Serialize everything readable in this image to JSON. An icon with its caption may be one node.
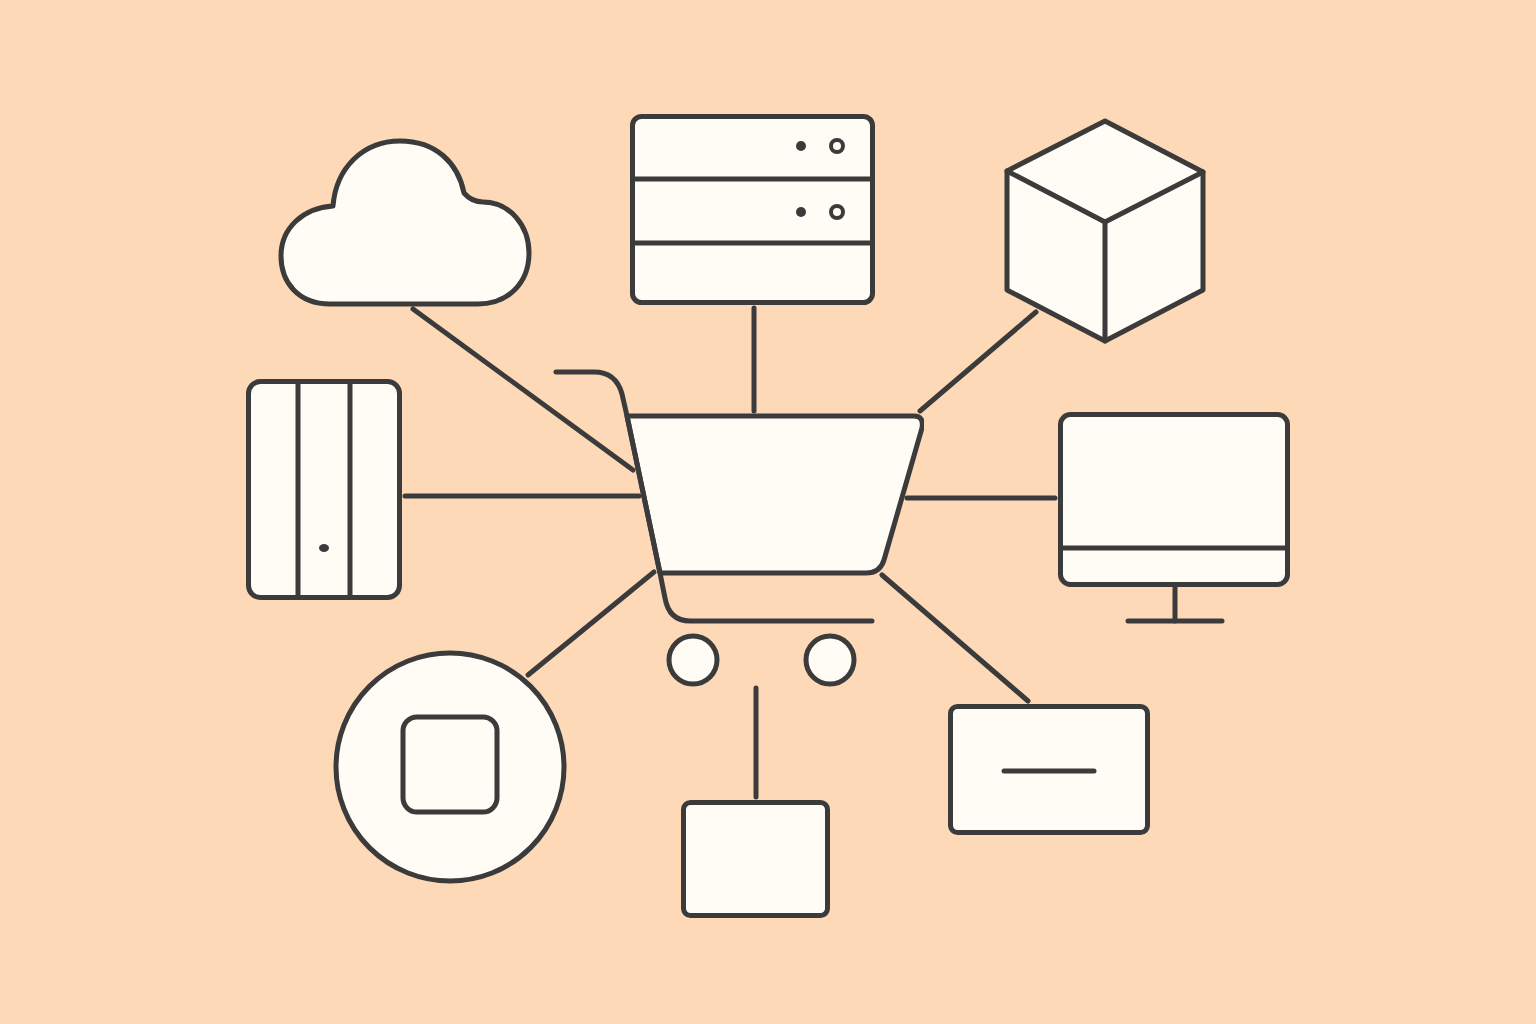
{
  "diagram": {
    "nodes": [
      {
        "text": [],
        "shape": "cloud"
      },
      {
        "text": [],
        "shape": "server"
      },
      {
        "text": [],
        "shape": "cube"
      },
      {
        "text": [],
        "shape": "wardrobe"
      },
      {
        "text": [],
        "shape": "cart"
      },
      {
        "text": [],
        "shape": "monitor"
      },
      {
        "text": [],
        "shape": "circle"
      },
      {
        "text": [],
        "shape": "card"
      },
      {
        "text": [],
        "shape": "box"
      }
    ],
    "edges": [
      {
        "from": 4,
        "to": 0,
        "arrow": "none"
      },
      {
        "from": 4,
        "to": 1,
        "arrow": "none"
      },
      {
        "from": 4,
        "to": 2,
        "arrow": "none"
      },
      {
        "from": 4,
        "to": 3,
        "arrow": "none"
      },
      {
        "from": 4,
        "to": 5,
        "arrow": "none"
      },
      {
        "from": 4,
        "to": 6,
        "arrow": "none"
      },
      {
        "from": 4,
        "to": 7,
        "arrow": "none"
      },
      {
        "from": 4,
        "to": 8,
        "arrow": "none"
      }
    ]
  }
}
